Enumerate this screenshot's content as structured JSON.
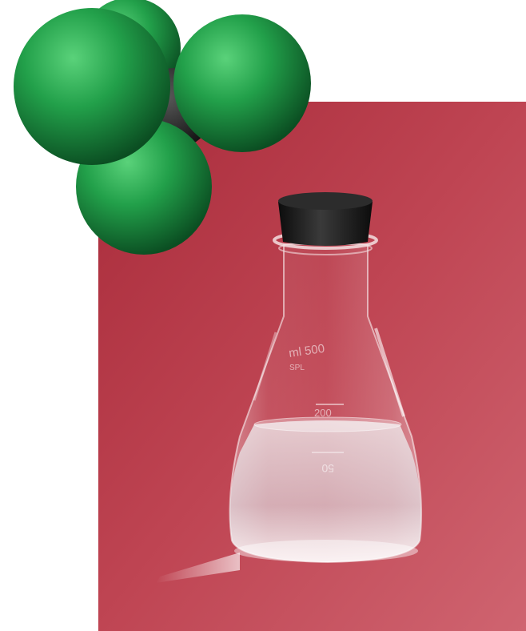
{
  "scene": {
    "background_color": "#ffffff",
    "backdrop_color": "#b73a46",
    "molecule": {
      "atom_color": "#1f9a45",
      "center_atom_color": "#2a2a2a",
      "outer_atom_count": 4
    },
    "flask": {
      "stopper_color": "#222222",
      "liquid_color": "#e9eef0",
      "markings": {
        "top": "ml 500",
        "sub": "SPL",
        "middle": "200",
        "lower": "50"
      }
    }
  }
}
